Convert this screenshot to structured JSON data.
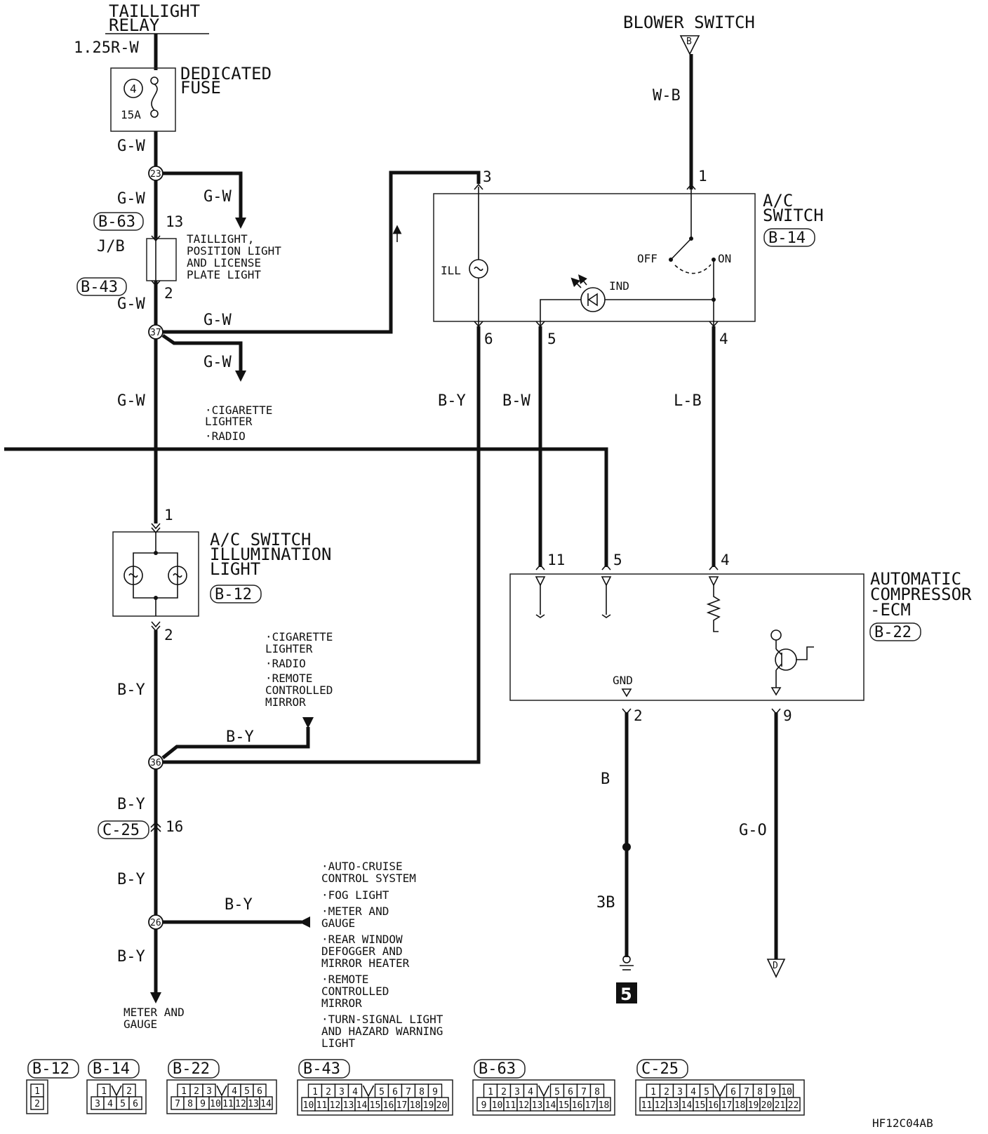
{
  "sources": {
    "taillight_relay": [
      "TAILLIGHT",
      "RELAY"
    ],
    "blower_switch": "BLOWER SWITCH",
    "blower_switch_terminal": "B"
  },
  "wires": {
    "w_1_25r_w": "1.25R-W",
    "w_b_top": "W-B",
    "g_w_1": "G-W",
    "g_w_2": "G-W",
    "g_w_3": "G-W",
    "g_w_4": "G-W",
    "g_w_5": "G-W",
    "g_w_6": "G-W",
    "g_w_7": "G-W",
    "b_y_1": "B-Y",
    "b_y_2": "B-Y",
    "b_y_3": "B-Y",
    "b_y_4": "B-Y",
    "b_y_5": "B-Y",
    "b_y_6": "B-Y",
    "b_y_7": "B-Y",
    "b_w": "B-W",
    "l_b": "L-B",
    "b": "B",
    "g_o": "G-O",
    "w_3b": "3B"
  },
  "fuse": {
    "label": [
      "DEDICATED",
      "FUSE"
    ],
    "number": "4",
    "rating": "15A"
  },
  "splices": {
    "s23": "23",
    "s37": "37",
    "s36": "36",
    "s26": "26"
  },
  "connectors": {
    "b63": "B-63",
    "b43": "B-43",
    "b14": "B-14",
    "b12": "B-12",
    "b22": "B-22",
    "c25": "C-25"
  },
  "junction_block": {
    "label": "J/B"
  },
  "pins": {
    "p13": "13",
    "p2_jb": "2",
    "p3": "3",
    "p1_blower": "1",
    "p6": "6",
    "p5": "5",
    "p4": "4",
    "p1_ill": "1",
    "p2_ill": "2",
    "p11": "11",
    "p5_ecm": "5",
    "p4_ecm": "4",
    "p2_ecm": "2",
    "p9_ecm": "9",
    "p16": "16"
  },
  "ac_switch": {
    "label": [
      "A/C",
      "SWITCH"
    ],
    "ill": "ILL",
    "ind": "IND",
    "off": "OFF",
    "on": "ON"
  },
  "ac_illum": {
    "label": [
      "A/C SWITCH",
      "ILLUMINATION",
      "LIGHT"
    ]
  },
  "ecm": {
    "label": [
      "AUTOMATIC",
      "COMPRESSOR",
      "-ECM"
    ],
    "gnd": "GND"
  },
  "destinations": {
    "taillight": [
      "TAILLIGHT,",
      "POSITION LIGHT",
      "AND LICENSE",
      "PLATE LIGHT"
    ],
    "cig_radio": [
      "·CIGARETTE",
      " LIGHTER",
      "·RADIO"
    ],
    "cig_radio_mirror": [
      "·CIGARETTE",
      " LIGHTER",
      "·RADIO",
      "·REMOTE",
      " CONTROLLED",
      " MIRROR"
    ],
    "multi": [
      "·AUTO-CRUISE",
      " CONTROL SYSTEM",
      "·FOG LIGHT",
      "·METER AND",
      " GAUGE",
      "·REAR WINDOW",
      " DEFOGGER AND",
      " MIRROR HEATER",
      "·REMOTE",
      " CONTROLLED",
      " MIRROR",
      "·TURN-SIGNAL LIGHT",
      " AND HAZARD WARNING",
      " LIGHT"
    ],
    "meter_gauge": [
      "METER AND",
      "GAUGE"
    ]
  },
  "ground": {
    "number": "5"
  },
  "terminal_d": "D",
  "figure_code": "HF12C04AB",
  "connector_faces": [
    {
      "id": "B-12",
      "rows": [
        [
          "1"
        ],
        [
          "2"
        ]
      ]
    },
    {
      "id": "B-14",
      "rows": [
        [
          "1",
          "",
          "2"
        ],
        [
          "3",
          "4",
          "5",
          "6"
        ]
      ]
    },
    {
      "id": "B-22",
      "rows": [
        [
          "1",
          "2",
          "3",
          "",
          "4",
          "5",
          "6"
        ],
        [
          "7",
          "8",
          "9",
          "10",
          "11",
          "12",
          "13",
          "14"
        ]
      ]
    },
    {
      "id": "B-43",
      "rows": [
        [
          "1",
          "2",
          "3",
          "4",
          "",
          "5",
          "6",
          "7",
          "8",
          "9"
        ],
        [
          "10",
          "11",
          "12",
          "13",
          "14",
          "15",
          "16",
          "17",
          "18",
          "19",
          "20"
        ]
      ]
    },
    {
      "id": "B-63",
      "rows": [
        [
          "1",
          "2",
          "3",
          "4",
          "",
          "5",
          "6",
          "7",
          "8"
        ],
        [
          "9",
          "10",
          "11",
          "12",
          "13",
          "14",
          "15",
          "16",
          "17",
          "18"
        ]
      ]
    },
    {
      "id": "C-25",
      "rows": [
        [
          "1",
          "2",
          "3",
          "4",
          "5",
          "",
          "6",
          "7",
          "8",
          "9",
          "10"
        ],
        [
          "11",
          "12",
          "13",
          "14",
          "15",
          "16",
          "17",
          "18",
          "19",
          "20",
          "21",
          "22"
        ]
      ]
    }
  ]
}
